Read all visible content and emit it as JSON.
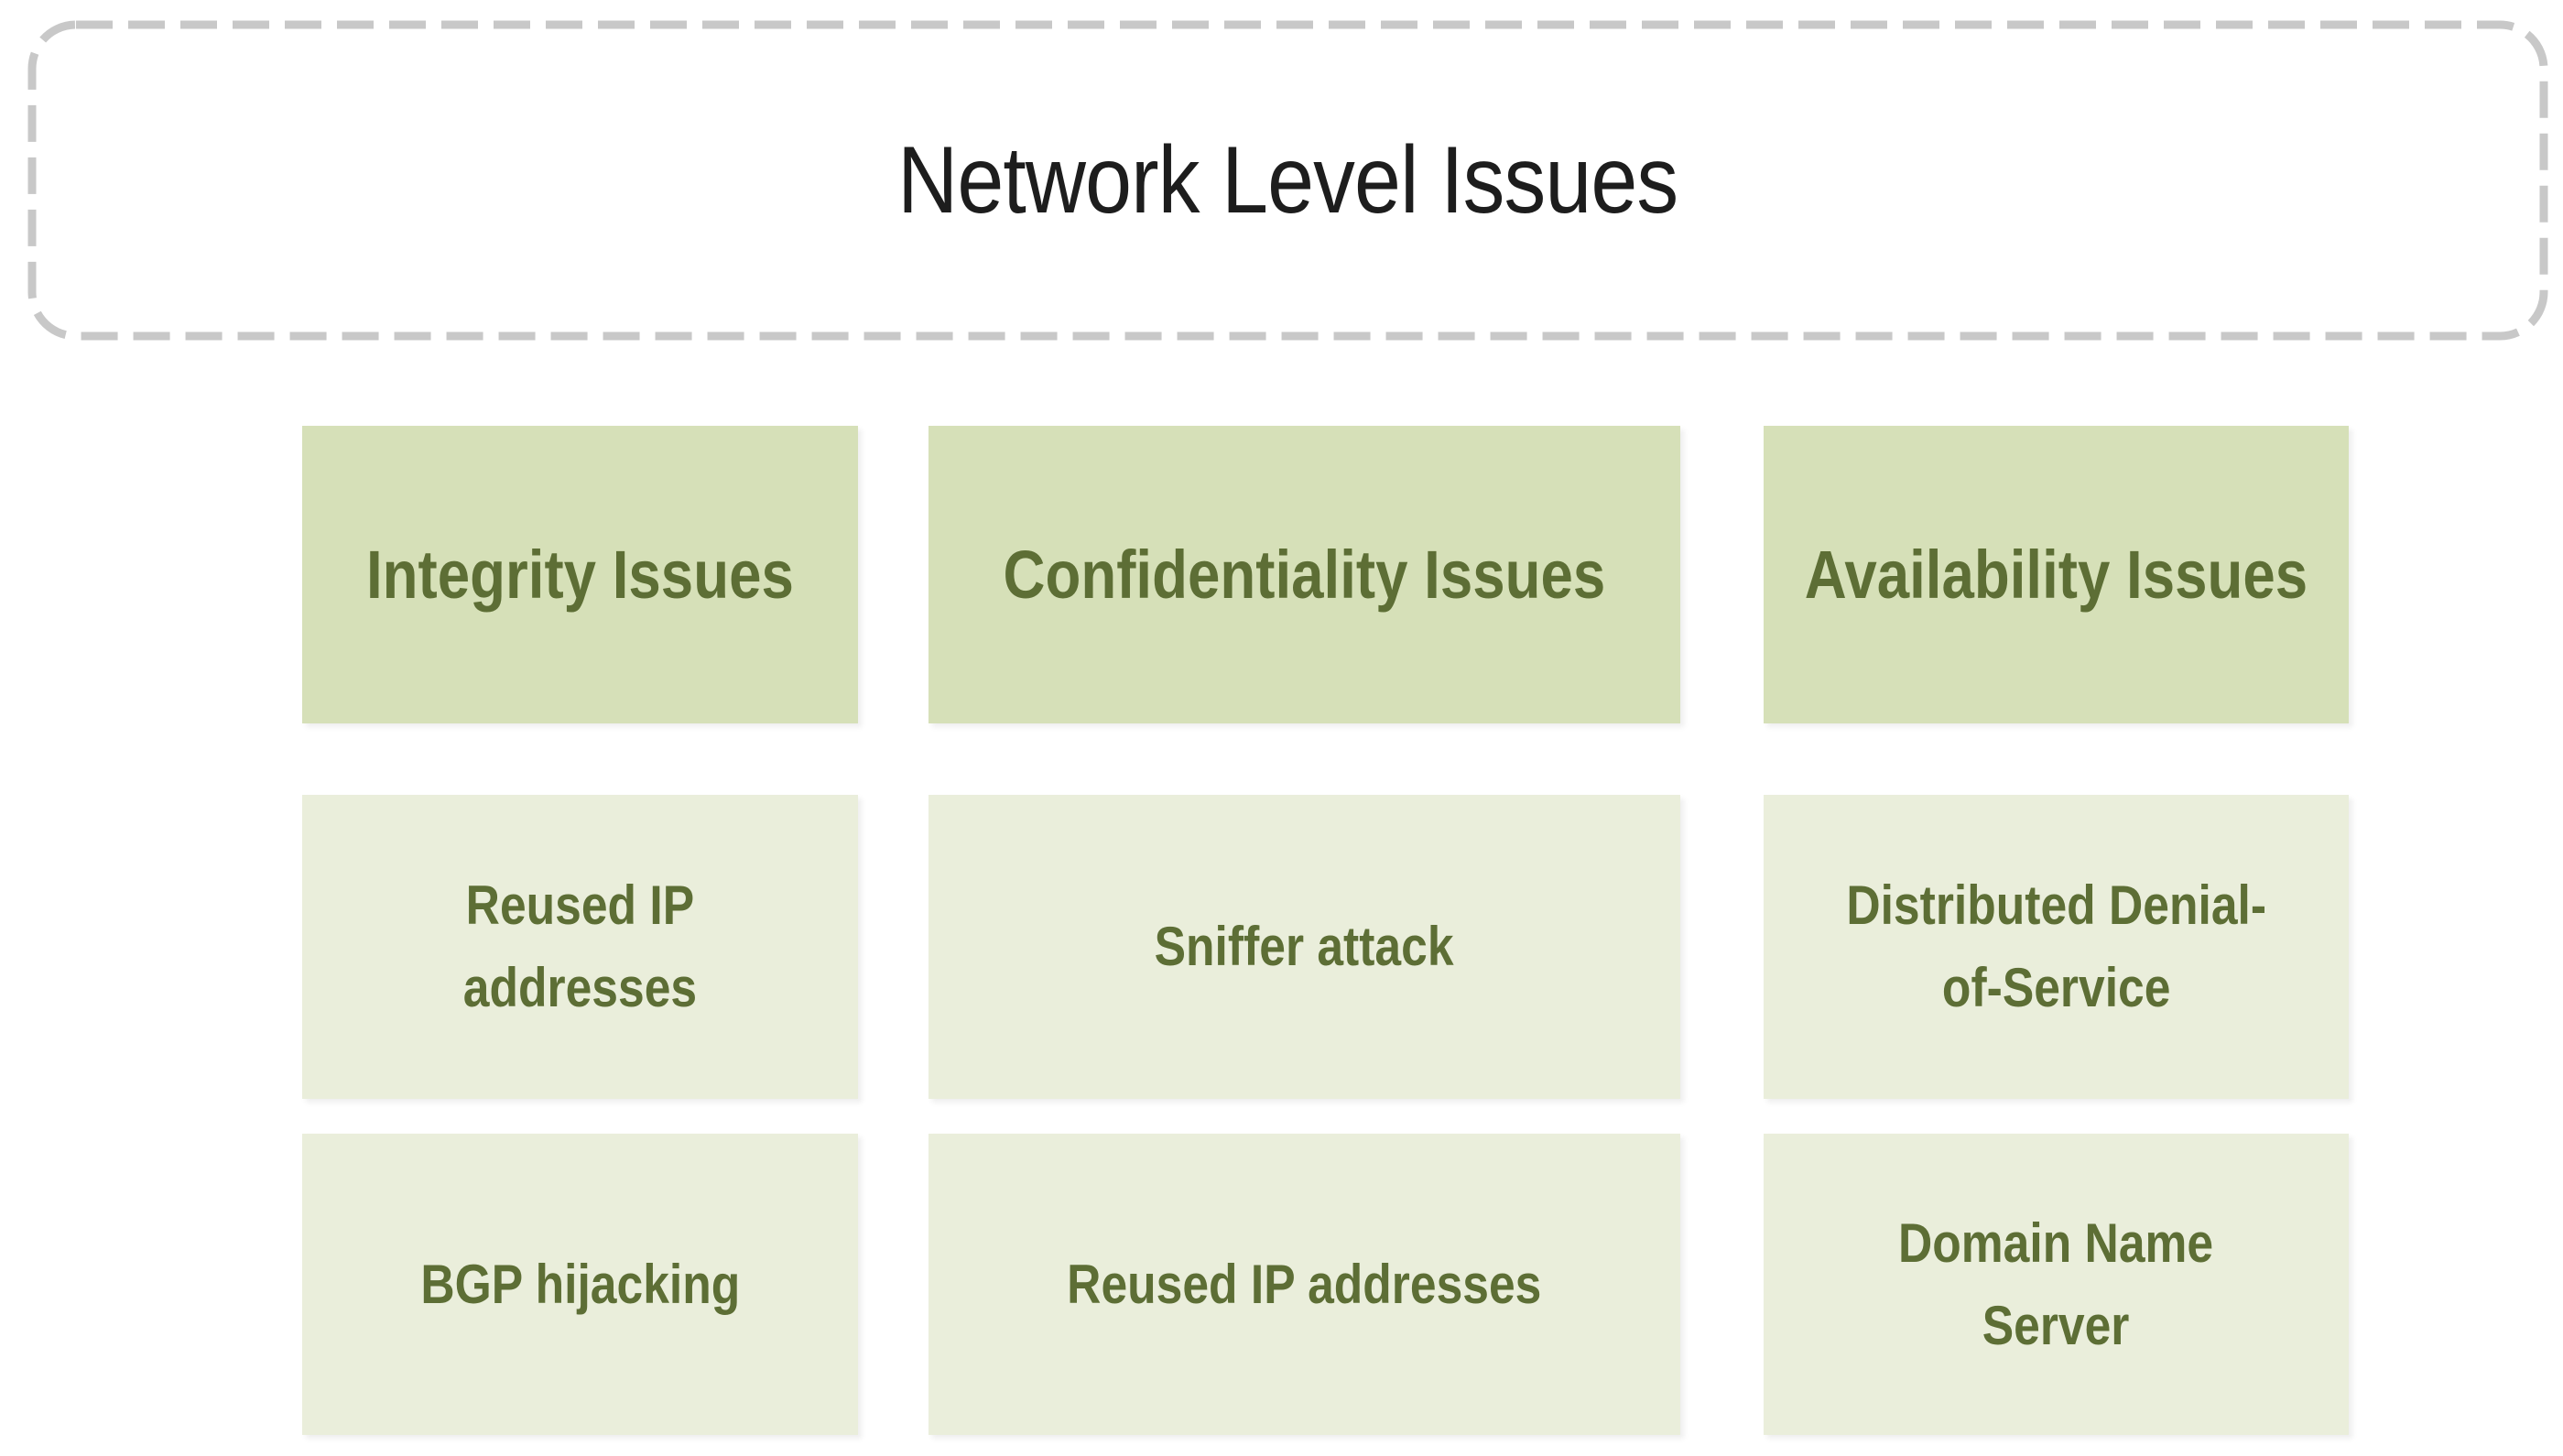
{
  "banner": {
    "title": "Network Level Issues",
    "border_color": "#c8c8c8",
    "text_color": "#1d1d1d"
  },
  "colors": {
    "header_box_bg": "#d6e0b8",
    "item_box_bg": "#eaeedb",
    "box_text": "#5d6e35"
  },
  "columns": [
    {
      "id": "integrity",
      "header": "Integrity Issues",
      "items": [
        "Reused IP\naddresses",
        "BGP hijacking"
      ]
    },
    {
      "id": "confidentiality",
      "header": "Confidentiality Issues",
      "items": [
        "Sniffer attack",
        "Reused IP addresses"
      ]
    },
    {
      "id": "availability",
      "header": "Availability Issues",
      "items": [
        "Distributed Denial-\nof-Service",
        "Domain Name\nServer"
      ]
    }
  ]
}
